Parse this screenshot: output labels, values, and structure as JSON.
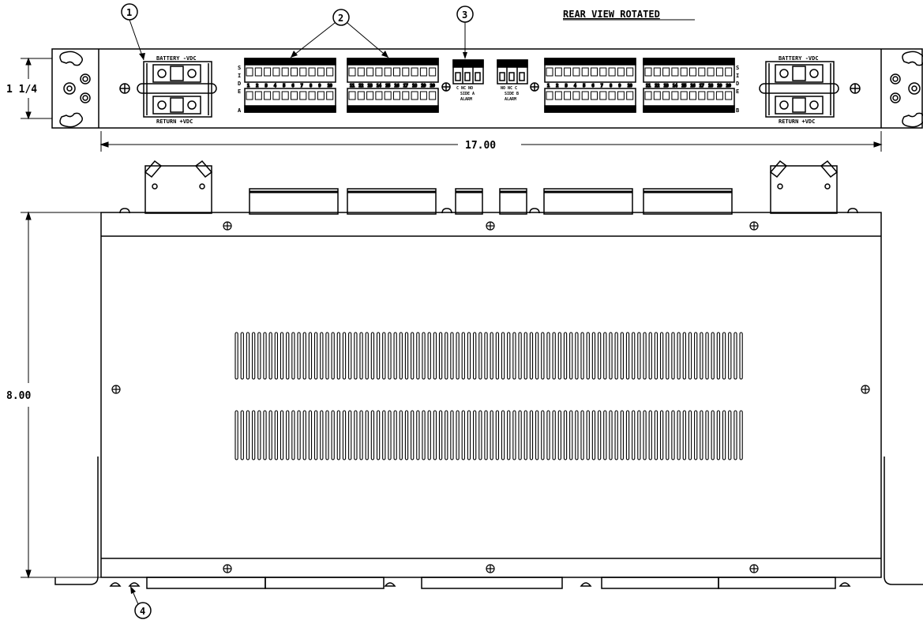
{
  "title": "REAR VIEW ROTATED",
  "dimensions": {
    "height_rear": "1 1/4",
    "width": "17.00",
    "depth": "8.00"
  },
  "callouts": [
    "1",
    "2",
    "3",
    "4"
  ],
  "panel_labels": {
    "battery_vdc": "BATTERY -VDC",
    "return_vdc": "RETURN +VDC",
    "alarm_a": "ALARM",
    "nc_no_c_a": "C NC NO",
    "nc_no_c_b": "NO NC C",
    "side_a": "SIDE A",
    "side_b": "SIDE B",
    "side_letters_left": [
      "S",
      "I",
      "D",
      "E",
      "A"
    ],
    "side_letters_right": [
      "S",
      "I",
      "D",
      "E",
      "B"
    ],
    "fuse_numbers_1": [
      "1",
      "2",
      "3",
      "4",
      "5",
      "6",
      "7",
      "8",
      "9",
      "10"
    ],
    "fuse_numbers_2": [
      "11",
      "12",
      "13",
      "14",
      "15",
      "16",
      "17",
      "18",
      "19",
      "20"
    ]
  }
}
